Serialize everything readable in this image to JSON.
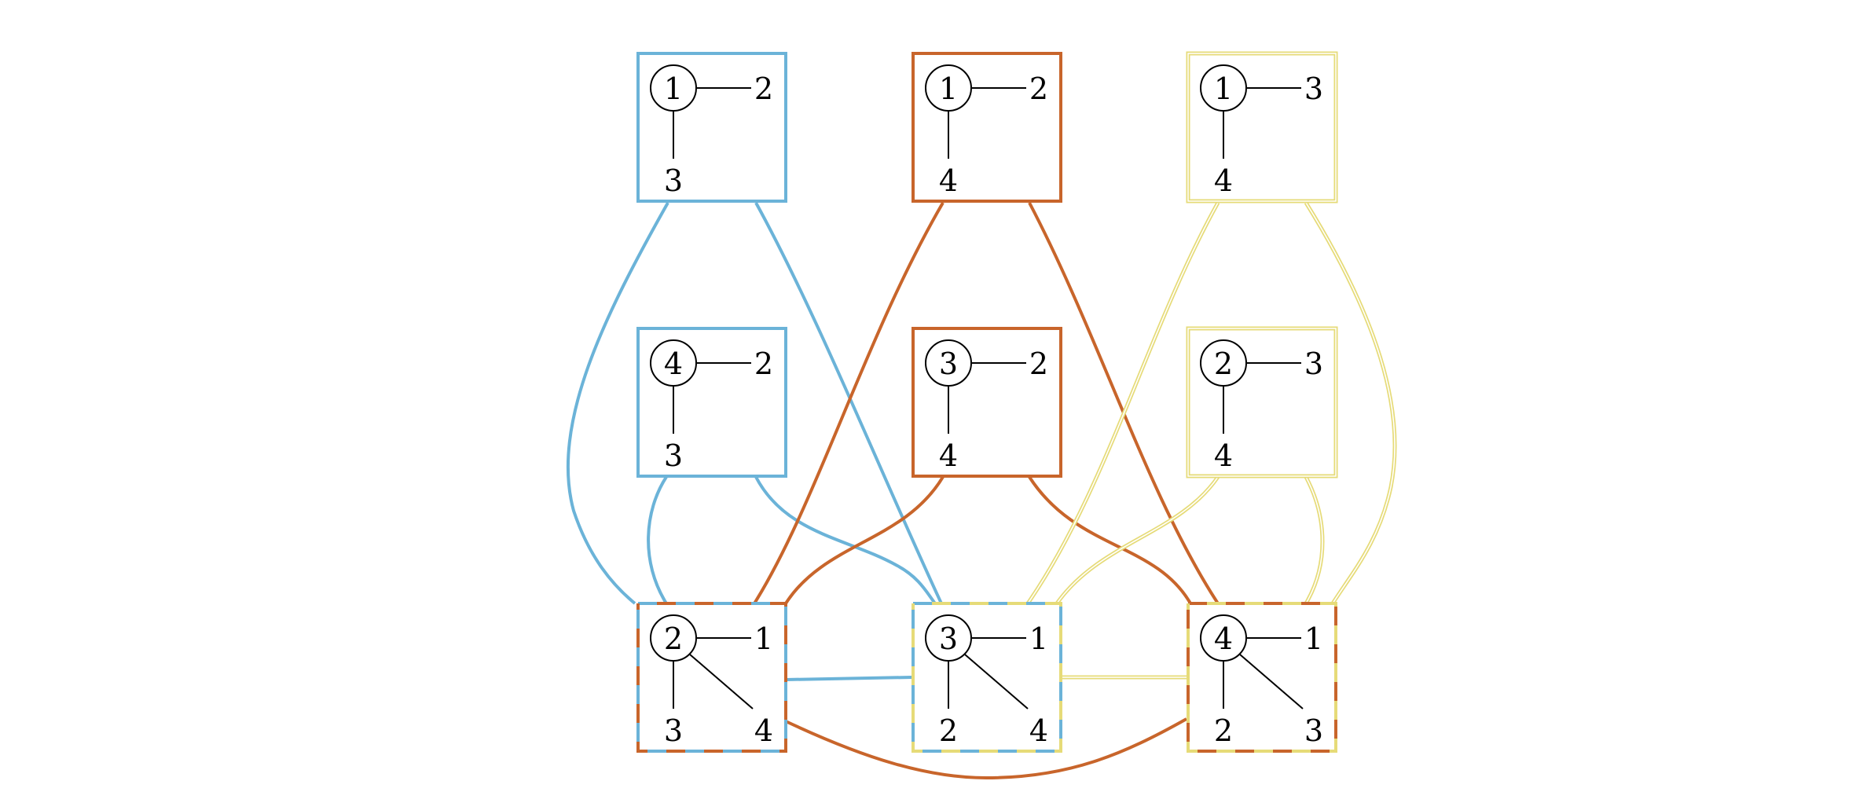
{
  "colors": {
    "blue": "#6bb3d8",
    "orange": "#c8652b",
    "yellow": "#e6db78",
    "yellow_inner": "#ffffff",
    "ink": "#000000"
  },
  "nodes": [
    {
      "id": "b1",
      "style": "blue",
      "center": "1",
      "right": "2",
      "down": "3"
    },
    {
      "id": "o1",
      "style": "orange",
      "center": "1",
      "right": "2",
      "down": "4"
    },
    {
      "id": "y1",
      "style": "yellow",
      "center": "1",
      "right": "3",
      "down": "4"
    },
    {
      "id": "b2",
      "style": "blue",
      "center": "4",
      "right": "2",
      "down": "3"
    },
    {
      "id": "o2",
      "style": "orange",
      "center": "3",
      "right": "2",
      "down": "4"
    },
    {
      "id": "y2",
      "style": "yellow",
      "center": "2",
      "right": "3",
      "down": "4"
    },
    {
      "id": "m1",
      "style": "dash-blue-orange",
      "center": "2",
      "right": "1",
      "down": "3",
      "diag": "4"
    },
    {
      "id": "m2",
      "style": "dash-blue-yellow",
      "center": "3",
      "right": "1",
      "down": "2",
      "diag": "4"
    },
    {
      "id": "m3",
      "style": "dash-orange-yellow",
      "center": "4",
      "right": "1",
      "down": "2",
      "diag": "3"
    }
  ]
}
